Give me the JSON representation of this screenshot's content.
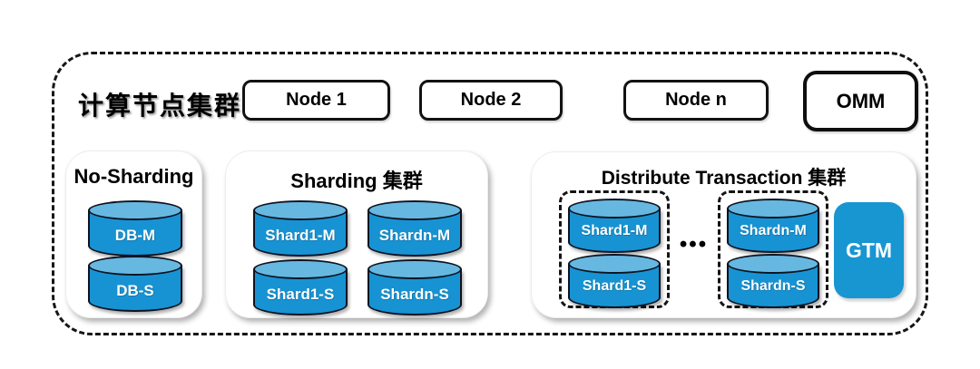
{
  "diagram": {
    "title": "计算节点集群",
    "compute_nodes": [
      "Node 1",
      "Node 2",
      "Node n"
    ],
    "omm": "OMM",
    "panels": {
      "no_sharding": {
        "title": "No-Sharding",
        "cylinders": [
          "DB-M",
          "DB-S"
        ]
      },
      "sharding": {
        "title": "Sharding 集群",
        "cylinders": [
          "Shard1-M",
          "Shardn-M",
          "Shard1-S",
          "Shardn-S"
        ]
      },
      "distribute": {
        "title": "Distribute Transaction 集群",
        "groups": [
          {
            "cylinders": [
              "Shard1-M",
              "Shard1-S"
            ]
          },
          {
            "cylinders": [
              "Shardn-M",
              "Shardn-S"
            ]
          }
        ],
        "ellipsis": "•••",
        "gtm": "GTM"
      }
    },
    "colors": {
      "cylinder_body": "#1793D3",
      "cylinder_top": "#66B8E1",
      "gtm_bg": "#1896D2",
      "outline": "#0e1320"
    }
  }
}
